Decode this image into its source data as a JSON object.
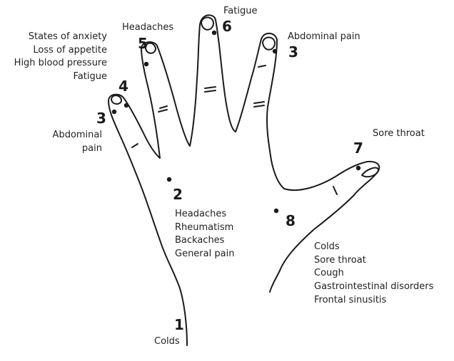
{
  "points": [
    {
      "number": "1",
      "labels": [
        "Colds"
      ]
    },
    {
      "number": "2",
      "labels": [
        "Headaches",
        "Rheumatism",
        "Backaches",
        "General pain"
      ]
    },
    {
      "number": "3",
      "labels": [
        "Abdominal pain"
      ]
    },
    {
      "number": "3",
      "labels": [
        "Abdominal",
        "pain"
      ]
    },
    {
      "number": "4",
      "labels": [
        "States of anxiety",
        "Loss of appetite",
        "High blood pressure",
        "Fatigue"
      ]
    },
    {
      "number": "5",
      "labels": [
        "Headaches"
      ]
    },
    {
      "number": "6",
      "labels": [
        "Fatigue"
      ]
    },
    {
      "number": "7",
      "labels": [
        "Sore throat"
      ]
    },
    {
      "number": "8",
      "labels": [
        "Colds",
        "Sore throat",
        "Cough",
        "Gastrointestinal disorders",
        "Frontal sinusitis"
      ]
    }
  ],
  "colors": {
    "outline": "#1a1a1a",
    "text": "#222222",
    "background": "#ffffff"
  }
}
